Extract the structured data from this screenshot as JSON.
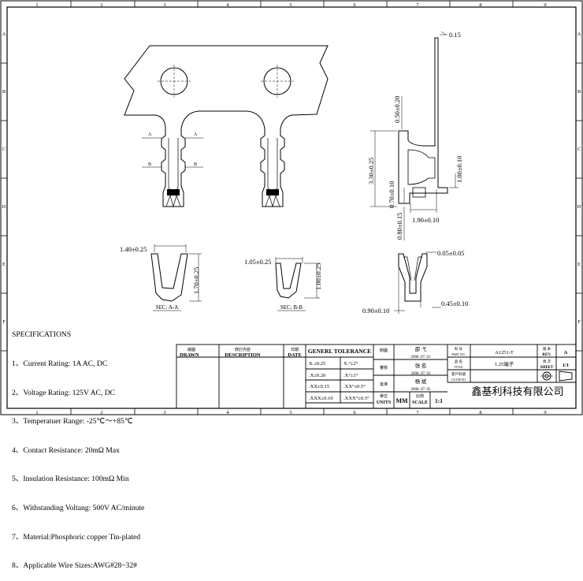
{
  "border": {
    "columns": [
      "1",
      "2",
      "3",
      "4",
      "5",
      "6",
      "7",
      "8",
      "9"
    ],
    "rows": [
      "A",
      "B",
      "C",
      "D",
      "E",
      "F"
    ]
  },
  "dimensions": {
    "thickness": "0.15",
    "d050": "0.50±0.20",
    "d330": "3.30±0.25",
    "d100_side": "1.00±0.10",
    "d070": "0.70±0.10",
    "d190": "1.90±0.10",
    "d080": "0.80±0.15",
    "d005": "0.05±0.05",
    "d045": "0.45±0.10",
    "d090": "0.90±0.10",
    "d140": "1.40±0.25",
    "d170": "1.70±0.25",
    "d105": "1.05±0.25",
    "d100_sec": "1.00±0.25"
  },
  "section_marks": {
    "a": "A",
    "b": "B"
  },
  "section_labels": {
    "a": "SEC: A-A",
    "b": "SEC: B-B"
  },
  "specifications": {
    "title": "SPECIFICATIONS",
    "lines": [
      "1、Current Rating: 1A AC, DC",
      "2、Voltage Rating: 125V AC, DC",
      "3、Temperatuer Range: -25℃～+85℃",
      "4、Contact Resistance: 20mΩ Max",
      "5、Insulation Resistance: 100mΩ Min",
      "6、Withstanding Voltang: 500V AC/minute",
      "7、Material:Phosphoric copper Tin-plated",
      "8、Applicable Wire Sizes:AWG#28~32#"
    ]
  },
  "title_block": {
    "drawn_cn": "繪圖",
    "drawn": "DRAWN",
    "desc_cn": "修訂內容",
    "desc": "DESCRIPTION",
    "date_cn": "日期",
    "date": "DATE",
    "tolerance": "GENERL TOLERANCE",
    "tol": [
      [
        "X.±0.25",
        "X.°±2°"
      ],
      [
        ".X±0.20",
        ".X°±1°"
      ],
      [
        ".XX±0.15",
        ".XX°±0.5°"
      ],
      [
        ".XXX±0.10",
        ".XXX°±0.5°"
      ]
    ],
    "draw_cn": "制圖",
    "check_cn": "審核",
    "approve_cn": "批准",
    "units_cn": "單位",
    "units": "UNITS",
    "units_val": "MM",
    "scale_cn": "比例",
    "scale": "SCALE",
    "scale_val": "1:1",
    "sig1": "邵 弋",
    "date1": "2008. 07. 01",
    "sig2": "张 名",
    "date2": "2008. 07. 03",
    "sig3": "杨 斌",
    "date3": "2008. 07. 05",
    "part_no_cn": "料 号",
    "part_no_lbl": "PART NO.",
    "part_no": "A1251-T",
    "rev_cn": "版 本",
    "rev_lbl": "REV.",
    "rev": "A",
    "title_cn": "品 名",
    "title_lbl": "TITLE",
    "title_val": "1.25端子",
    "sheet_cn": "頁 次",
    "sheet_lbl": "SHEET",
    "sheet": "1/1",
    "cust_cn": "客戶料號",
    "cust_lbl": "CUTM.NO",
    "company": "鑫基利科技有限公司"
  }
}
